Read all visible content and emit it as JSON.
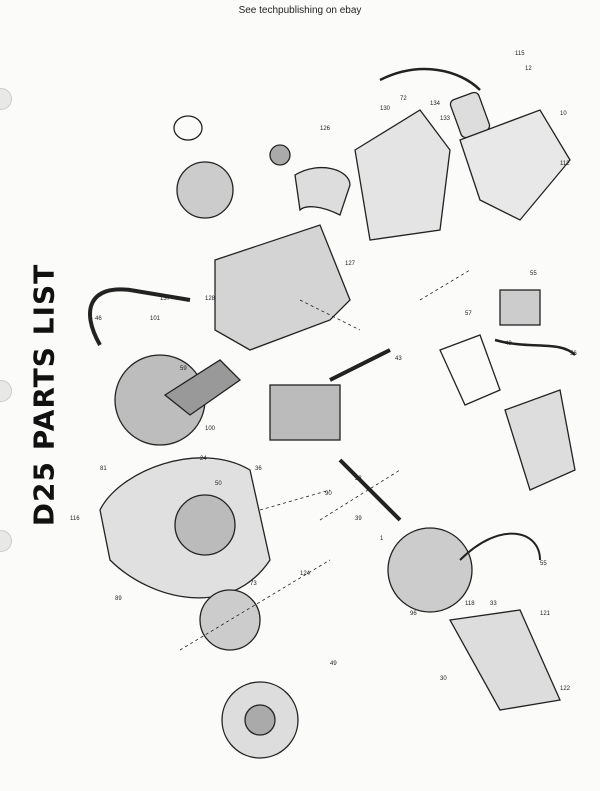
{
  "header": {
    "text": "See techpublishing on ebay"
  },
  "title": "D25 PARTS LIST",
  "part_labels": [
    "115",
    "12",
    "10",
    "112",
    "126",
    "130",
    "72",
    "134",
    "133",
    "127",
    "128",
    "46",
    "101",
    "137",
    "57",
    "55",
    "56",
    "43",
    "40",
    "59",
    "100",
    "36",
    "24",
    "50",
    "81",
    "116",
    "89",
    "124",
    "73",
    "49",
    "55",
    "33",
    "30",
    "122",
    "121",
    "96",
    "118",
    "90",
    "23",
    "39",
    "1"
  ]
}
